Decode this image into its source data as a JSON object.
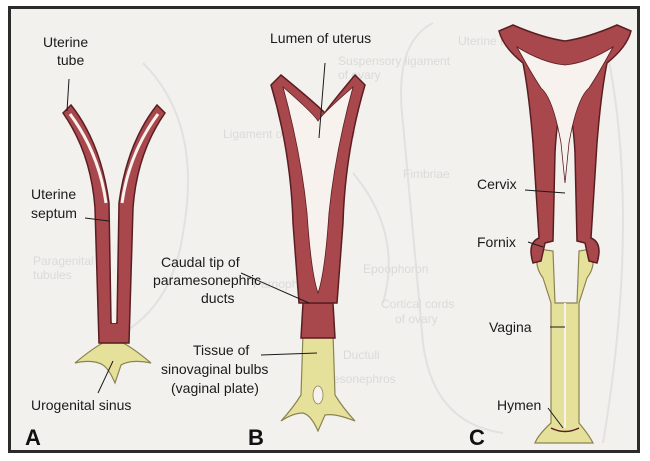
{
  "panels": {
    "a": {
      "letter": "A",
      "labels": {
        "uterine_tube_1": "Uterine",
        "uterine_tube_2": "tube",
        "uterine_septum_1": "Uterine",
        "uterine_septum_2": "septum",
        "urogenital_sinus": "Urogenital sinus"
      }
    },
    "b": {
      "letter": "B",
      "labels": {
        "lumen": "Lumen of uterus",
        "caudal_1": "Caudal tip of",
        "caudal_2": "paramesonephric",
        "caudal_3": "ducts",
        "tissue_1": "Tissue of",
        "tissue_2": "sinovaginal bulbs",
        "tissue_3": "(vaginal plate)"
      }
    },
    "c": {
      "letter": "C",
      "labels": {
        "cervix": "Cervix",
        "fornix": "Fornix",
        "vagina": "Vagina",
        "hymen": "Hymen"
      }
    }
  },
  "background_text": {
    "fimbriae": "Fimbriae",
    "suspensory_1": "Suspensory ligament",
    "suspensory_2": "of ovary",
    "ligament_ovary": "Ligament of ovary proper",
    "epoophoron": "Epoophoron",
    "cortical_1": "Cortical cords",
    "cortical_2": "of ovary",
    "paroophoron": "Paroophoron",
    "uterine_tube_faint": "Uterine tube",
    "paragenital": "Paragenital",
    "tubules": "tubules",
    "ductuli": "Ductuli",
    "mesonephros": "Mesonephros"
  },
  "colors": {
    "duct_fill": "#a8484c",
    "duct_outline": "#5a1e22",
    "lumen": "#f7f2ee",
    "sinus_fill": "#e6e19a",
    "sinus_outline": "#8a8450",
    "panel_background": "#f3f1ed"
  }
}
